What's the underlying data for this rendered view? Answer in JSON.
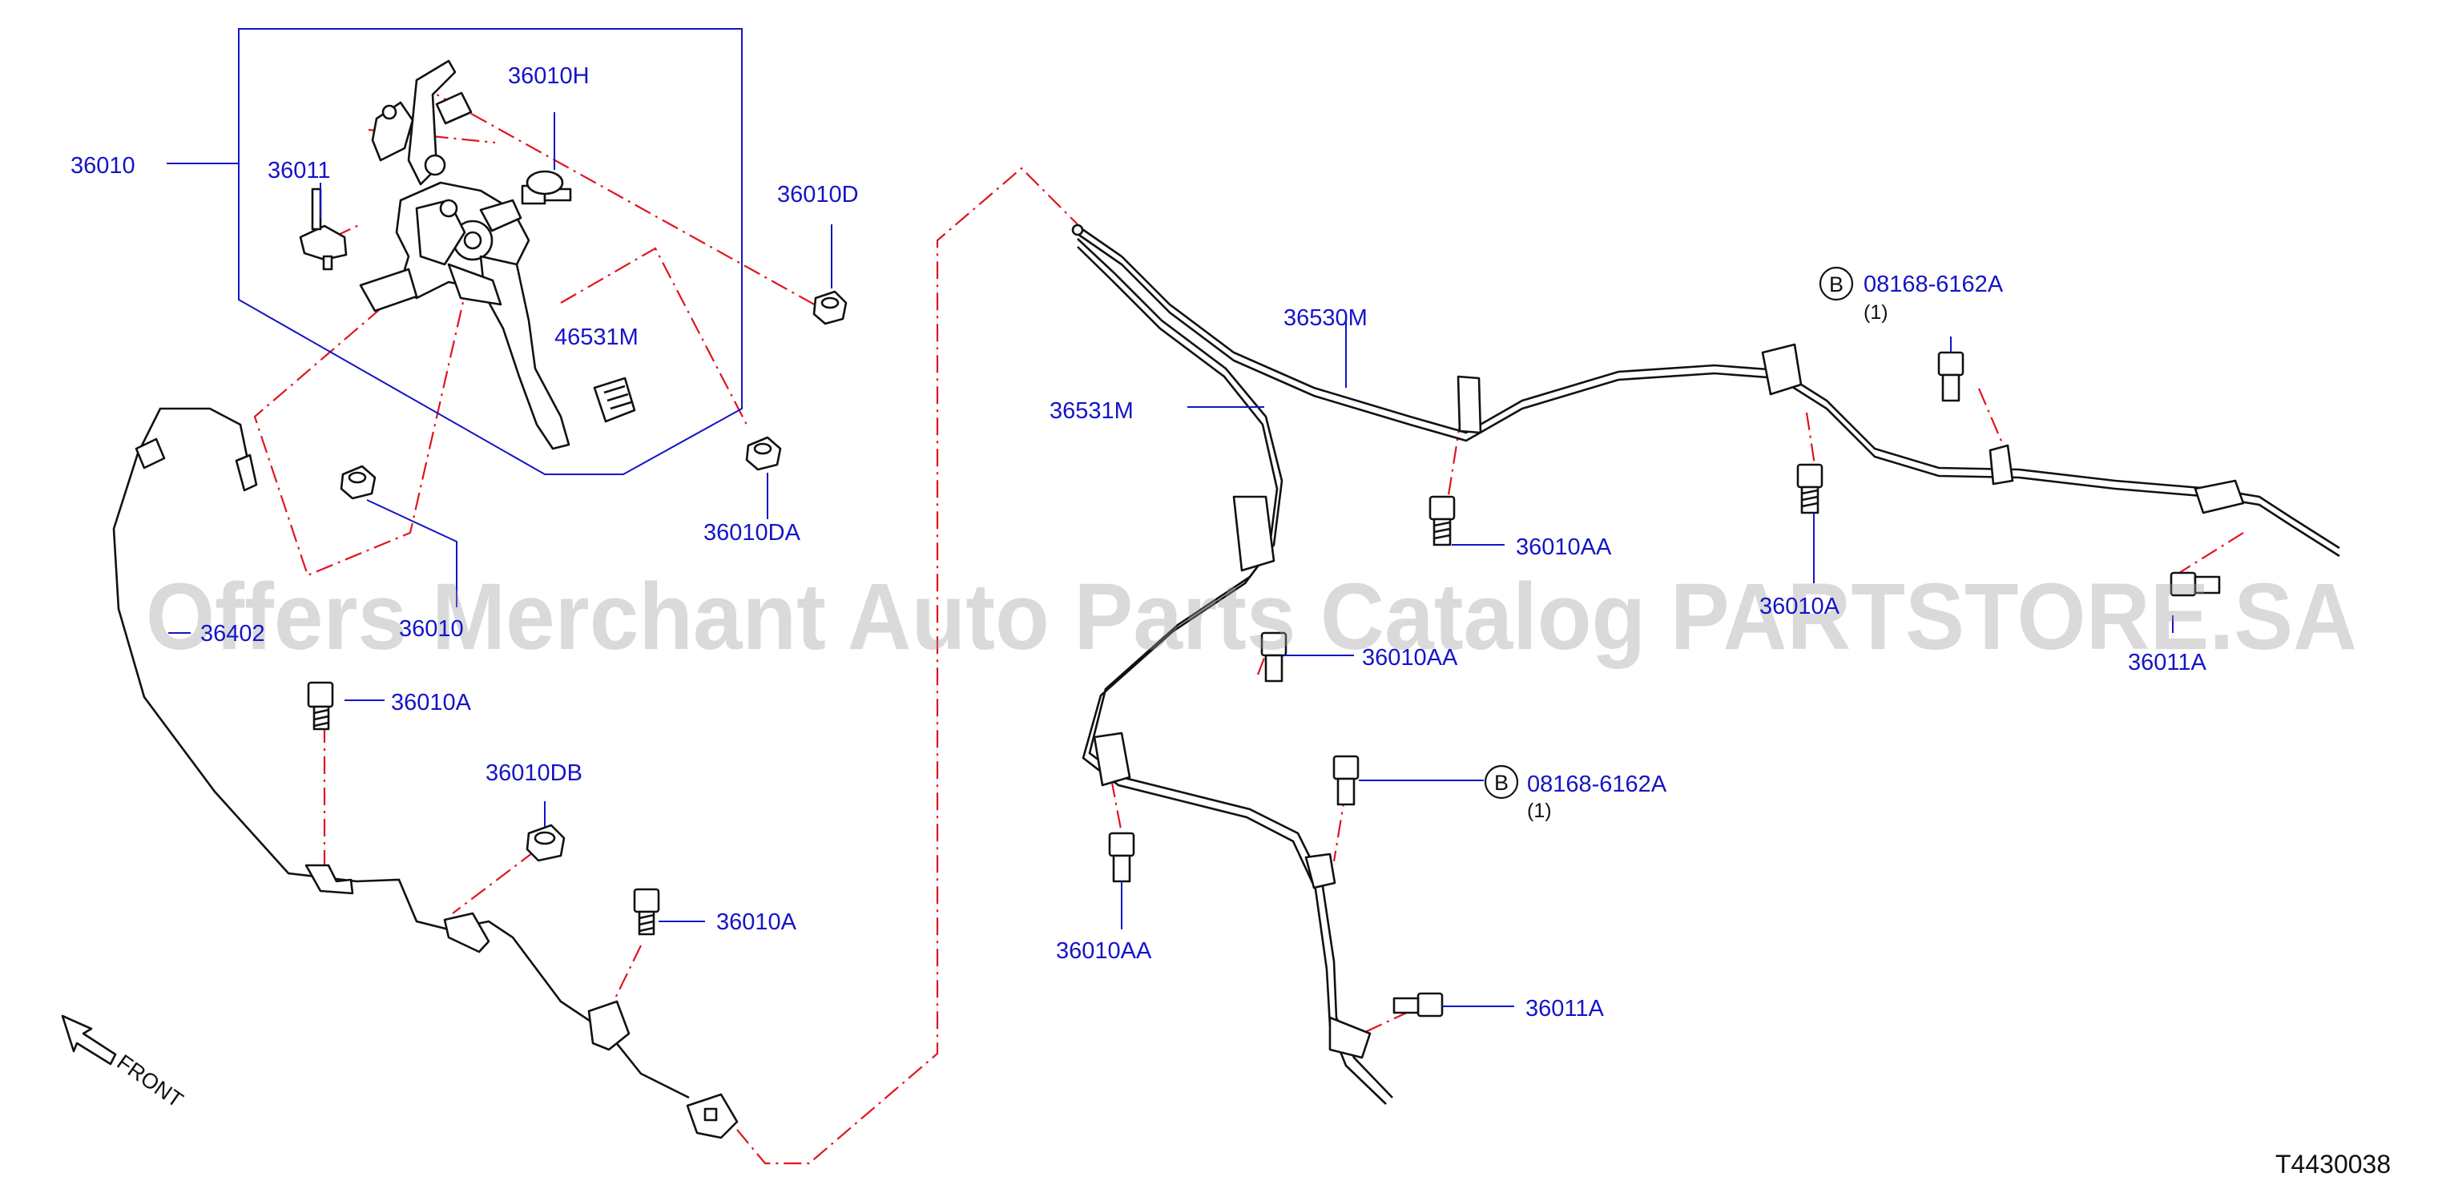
{
  "labels": {
    "l36010": "36010",
    "l36011": "36011",
    "l36010H": "36010H",
    "l36010D": "36010D",
    "l46531M": "46531M",
    "l36010DA": "36010DA",
    "l36402": "36402",
    "l36010_partial": "36010",
    "l36010A_top": "36010A",
    "l36010DB": "36010DB",
    "l36010A_bottom": "36010A",
    "l36530M": "36530M",
    "l36531M": "36531M",
    "l08168_top": "08168-6162A",
    "qty_top": "(1)",
    "l36010AA_1": "36010AA",
    "l36010AA_2": "36010AA",
    "l36010A_right": "36010A",
    "l36011A_right": "36011A",
    "l08168_bottom": "08168-6162A",
    "qty_bottom": "(1)",
    "l36010AA_3": "36010AA",
    "l36011A_bottom": "36011A"
  },
  "badges": {
    "b_top": "B",
    "b_bottom": "B"
  },
  "front_label": "FRONT",
  "diagram_code": "T4430038",
  "watermark": "Offers Merchant Auto Parts Catalog PARTSTORE.SA",
  "colors": {
    "callout_text": "#1414c8",
    "leader_line": "#1414c8",
    "dashed_line": "#e0141e",
    "part_outline": "#111111",
    "watermark": "#9e9e9e"
  }
}
